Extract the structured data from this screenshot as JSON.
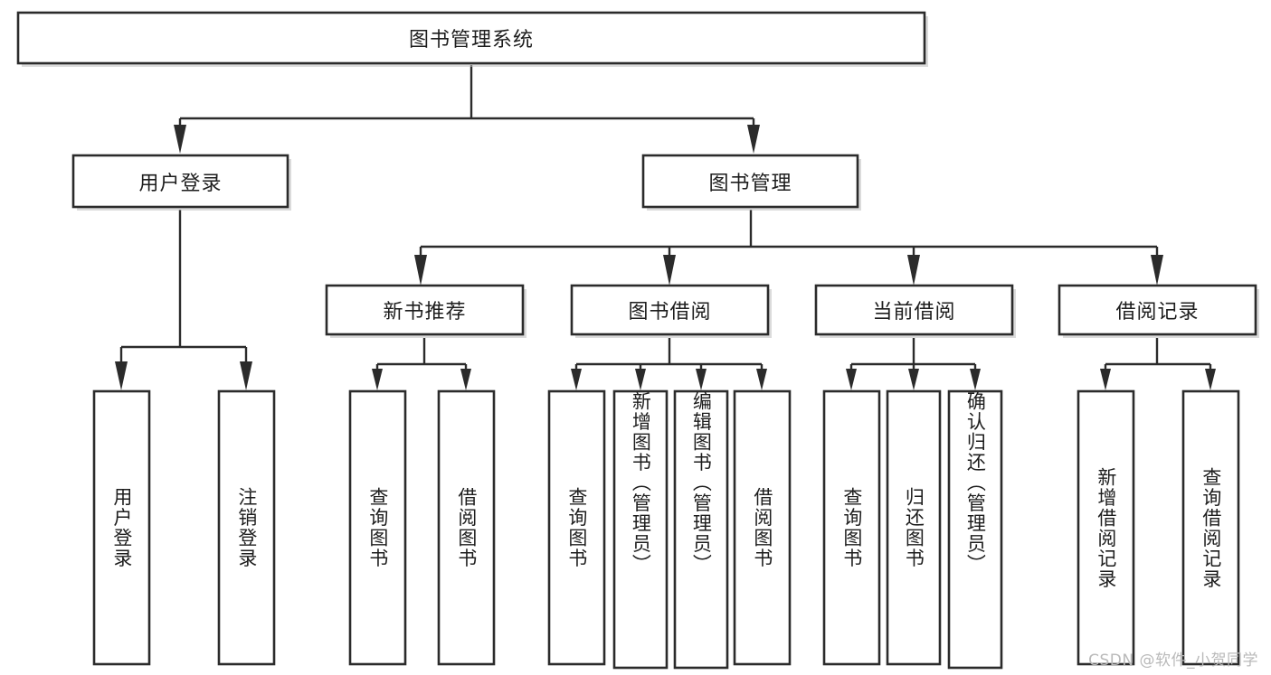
{
  "diagram": {
    "kind": "functional-structure-tree",
    "title": "图书管理系统",
    "watermark": "CSDN @软件_小贺同学",
    "colors": {
      "box_stroke": "#2b2b2b",
      "box_fill": "#ffffff",
      "text": "#1d1d1d",
      "shadow": "#bdbdbd",
      "watermark": "#b9b9b9",
      "background": "#ffffff"
    },
    "levels": {
      "root": {
        "label": "图书管理系统",
        "orientation": "horizontal"
      },
      "level2": [
        {
          "id": "user-login",
          "label": "用户登录",
          "orientation": "horizontal"
        },
        {
          "id": "book-management",
          "label": "图书管理",
          "orientation": "horizontal"
        }
      ],
      "level3": [
        {
          "id": "new-book-recommend",
          "label": "新书推荐",
          "orientation": "horizontal",
          "parent": "book-management"
        },
        {
          "id": "book-borrow",
          "label": "图书借阅",
          "orientation": "horizontal",
          "parent": "book-management"
        },
        {
          "id": "current-borrow",
          "label": "当前借阅",
          "orientation": "horizontal",
          "parent": "book-management"
        },
        {
          "id": "borrow-record",
          "label": "借阅记录",
          "orientation": "horizontal",
          "parent": "book-management"
        }
      ],
      "leaves": [
        {
          "id": "leaf-user-login",
          "label": "用户登录",
          "orientation": "vertical",
          "parent": "user-login"
        },
        {
          "id": "leaf-user-logout",
          "label": "注销登录",
          "orientation": "vertical",
          "parent": "user-login"
        },
        {
          "id": "leaf-query-book-1",
          "label": "查询图书",
          "orientation": "vertical",
          "parent": "new-book-recommend"
        },
        {
          "id": "leaf-borrow-book-1",
          "label": "借阅图书",
          "orientation": "vertical",
          "parent": "new-book-recommend"
        },
        {
          "id": "leaf-query-book-2",
          "label": "查询图书",
          "orientation": "vertical",
          "parent": "book-borrow"
        },
        {
          "id": "leaf-add-book",
          "label": "新增图书（管理员）",
          "orientation": "vertical",
          "parent": "book-borrow"
        },
        {
          "id": "leaf-edit-book",
          "label": "编辑图书（管理员）",
          "orientation": "vertical",
          "parent": "book-borrow"
        },
        {
          "id": "leaf-borrow-book-2",
          "label": "借阅图书",
          "orientation": "vertical",
          "parent": "book-borrow"
        },
        {
          "id": "leaf-query-book-3",
          "label": "查询图书",
          "orientation": "vertical",
          "parent": "current-borrow"
        },
        {
          "id": "leaf-return-book",
          "label": "归还图书",
          "orientation": "vertical",
          "parent": "current-borrow"
        },
        {
          "id": "leaf-confirm-return",
          "label": "确认归还（管理员）",
          "orientation": "vertical",
          "parent": "current-borrow"
        },
        {
          "id": "leaf-add-record",
          "label": "新增借阅记录",
          "orientation": "vertical",
          "parent": "borrow-record"
        },
        {
          "id": "leaf-query-record",
          "label": "查询借阅记录",
          "orientation": "vertical",
          "parent": "borrow-record"
        }
      ]
    }
  }
}
